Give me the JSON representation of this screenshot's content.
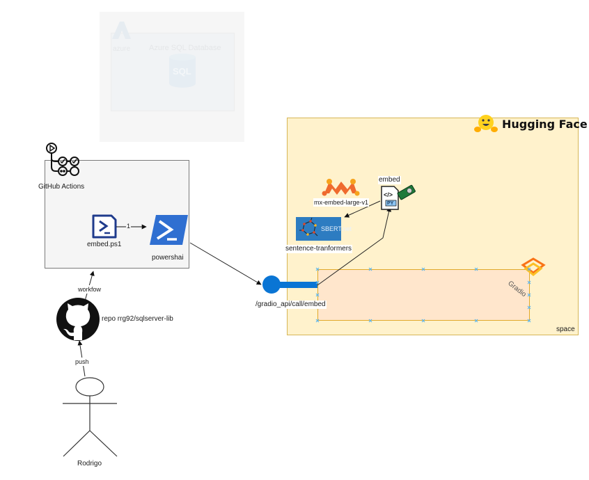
{
  "diagram": {
    "azure": {
      "group_label": "azure",
      "service_label": "Azure SQL Database",
      "db_icon_text": "SQL",
      "faded": true
    },
    "github_actions": {
      "label": "GitHub  Actions",
      "script_label": "embed.ps1",
      "powershell_label": "powershai",
      "edge_script_to_powershell": "1"
    },
    "github_repo": {
      "label": "repo rrg92/sqlserver-lib",
      "edge_to_actions": "workfow"
    },
    "actor": {
      "name": "Rodrigo",
      "edge_to_repo": "push"
    },
    "endpoint": {
      "label": "/gradio_api/call/embed",
      "color": "#0a75d4"
    },
    "hugging_face": {
      "title": "Hugging Face",
      "container_label": "space",
      "embed_file_label": "embed",
      "embed_file_badge": "PY",
      "embed_file_code": "</>",
      "model_label": "mx-embed-large-v1",
      "library_label": "sentence-tranformers",
      "library_logo_text": "SBERT.net",
      "gradio_label": "Gradio"
    },
    "colors": {
      "hf_fill": "#fff2cc",
      "hf_border": "#d6b656",
      "gradio_fill": "#ffe6cc",
      "gradio_border": "#e0a92a",
      "gha_fill": "#f5f5f5",
      "powershell_blue": "#2f6fd1",
      "handle_blue": "#6ec6f0"
    }
  }
}
